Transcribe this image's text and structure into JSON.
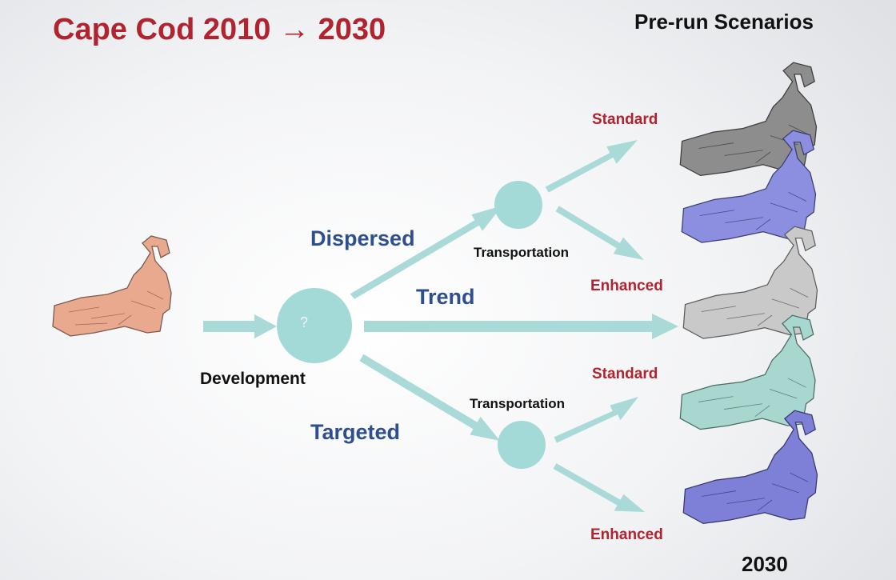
{
  "title": "Cape Cod 2010 → 2030",
  "header_right": "Pre-run Scenarios",
  "footer_year": "2030",
  "development": {
    "label": "Development",
    "node_mark": "?"
  },
  "branches": {
    "dispersed": "Dispersed",
    "trend": "Trend",
    "targeted": "Targeted"
  },
  "transportation": {
    "upper": "Transportation",
    "lower": "Transportation"
  },
  "outcomes": {
    "upper_standard": "Standard",
    "upper_enhanced": "Enhanced",
    "lower_standard": "Standard",
    "lower_enhanced": "Enhanced"
  },
  "colors": {
    "title": "#b0232f",
    "branch_text": "#2e4f8e",
    "arrow": "#a9dad8",
    "node": "#a3d9d6",
    "map_current": "#e9a98e",
    "map_scenarios": [
      "#8d8d8d",
      "#8c8ee0",
      "#c9c9c9",
      "#a7d7cf",
      "#7e7fd6"
    ]
  }
}
